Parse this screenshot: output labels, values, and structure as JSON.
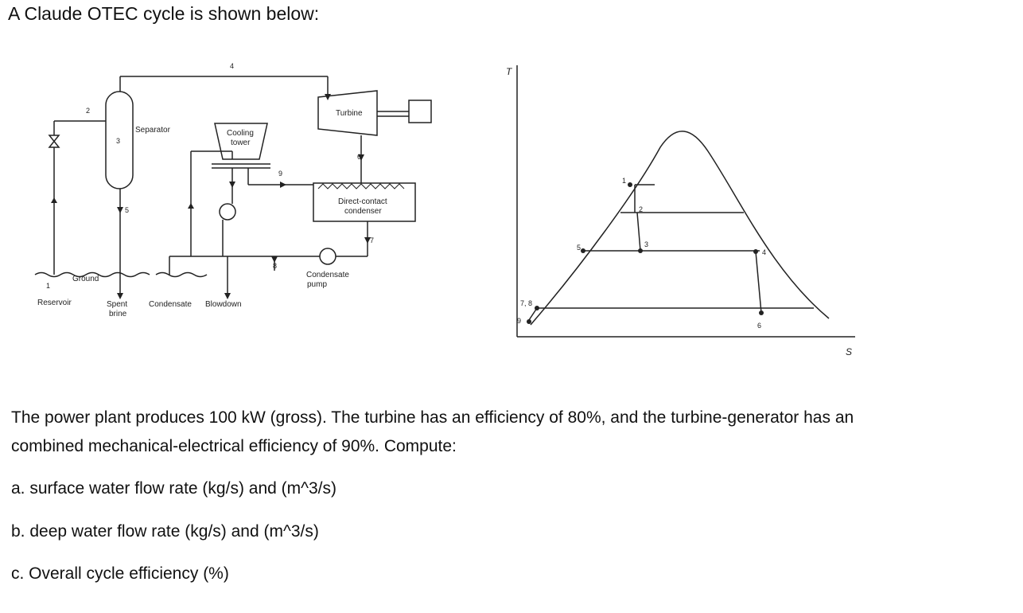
{
  "heading": "A Claude OTEC cycle is shown below:",
  "schematic": {
    "separator": "Separator",
    "cooling_tower_line1": "Cooling",
    "cooling_tower_line2": "tower",
    "turbine": "Turbine",
    "dcc_line1": "Direct-contact",
    "dcc_line2": "condenser",
    "condensate_pump_line1": "Condensate",
    "condensate_pump_line2": "pump",
    "ground": "Ground",
    "reservoir": "Reservoir",
    "spent_brine_line1": "Spent",
    "spent_brine_line2": "brine",
    "condensate": "Condensate",
    "blowdown": "Blowdown",
    "points": {
      "p1": "1",
      "p2": "2",
      "p3": "3",
      "p4": "4",
      "p5": "5",
      "p6": "6",
      "p7": "7",
      "p8": "8",
      "p9": "9"
    }
  },
  "ts_diagram": {
    "y_axis": "T",
    "x_axis": "S",
    "points": {
      "p1": "1",
      "p2": "2",
      "p3": "3",
      "p4": "4",
      "p5": "5",
      "p6": "6",
      "p78": "7, 8",
      "p9": "9"
    }
  },
  "problem": {
    "line1": "The power plant produces 100 kW (gross). The turbine has an efficiency of 80%, and the turbine-generator has an",
    "line2": "combined mechanical-electrical efficiency of 90%. Compute:",
    "a": "a. surface water flow rate (kg/s) and (m^3/s)",
    "b": "b. deep water flow rate (kg/s) and (m^3/s)",
    "c": "c. Overall cycle efficiency (%)"
  }
}
